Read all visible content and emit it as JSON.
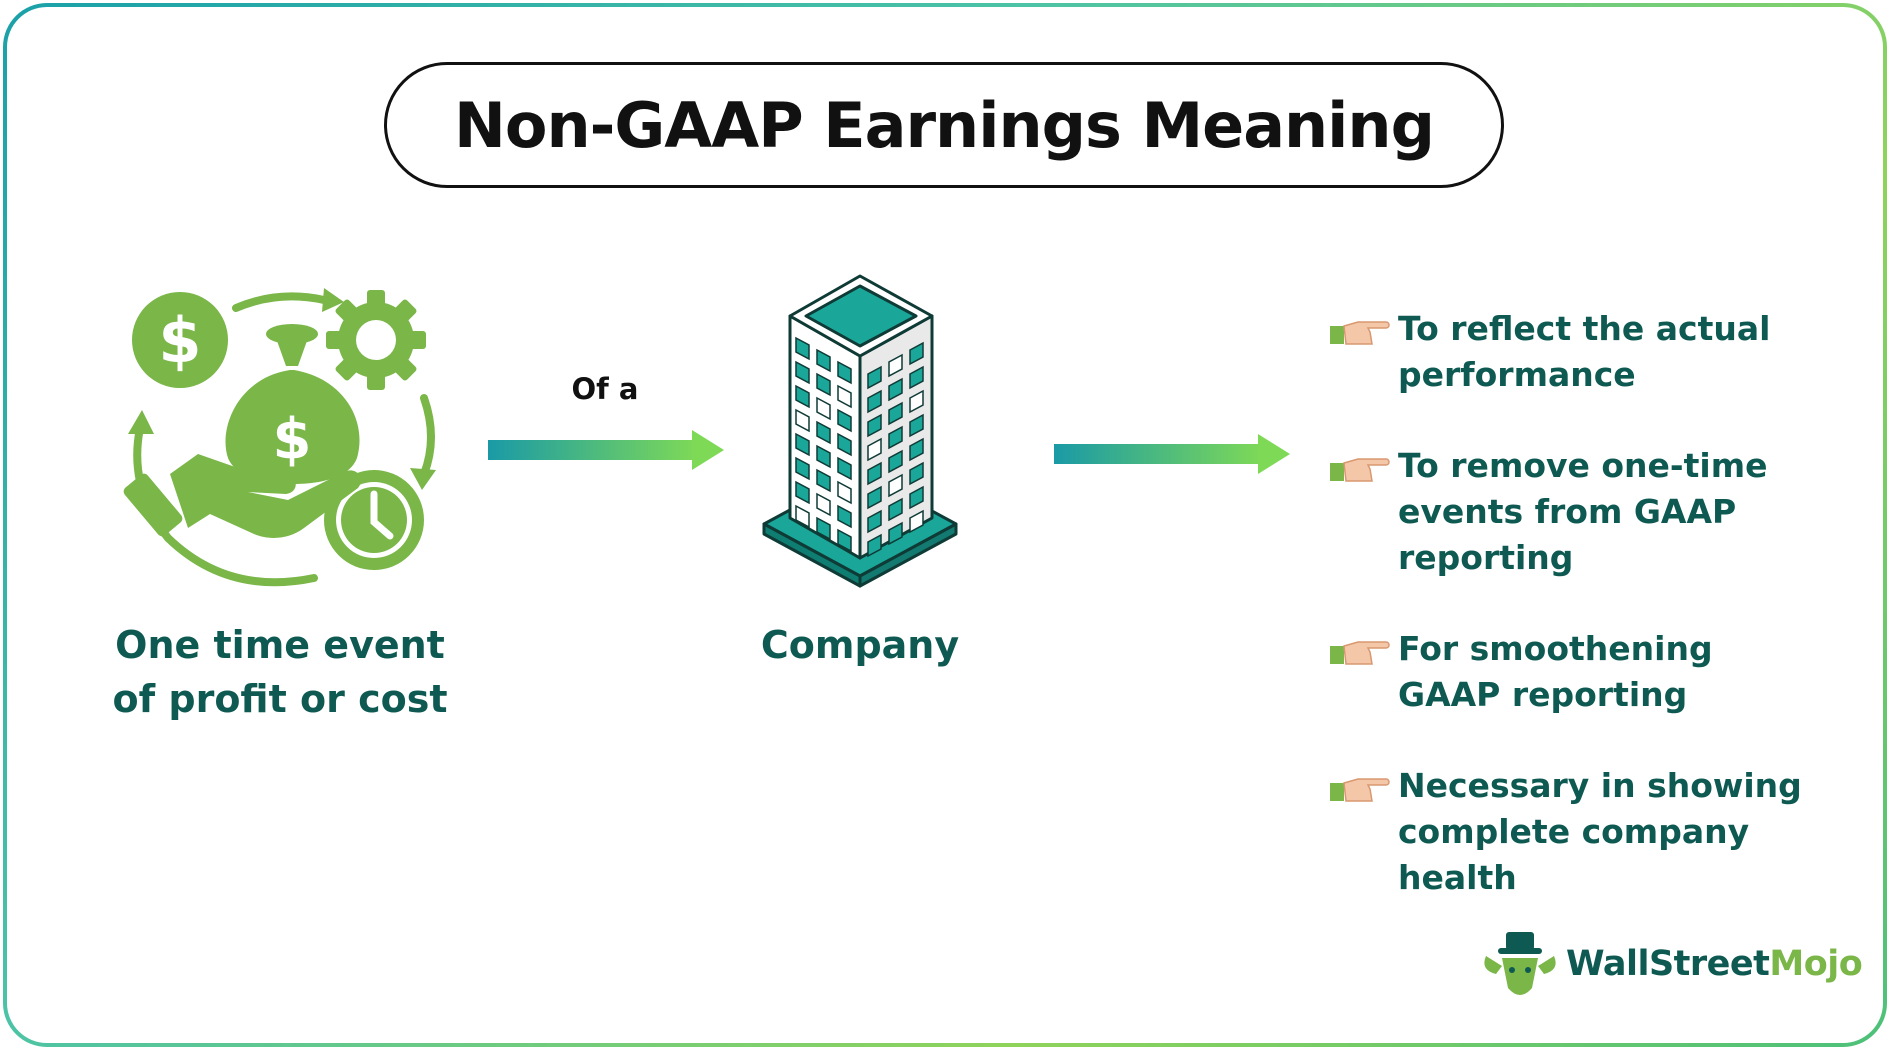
{
  "title": "Non-GAAP Earnings Meaning",
  "left_caption": [
    "One time event",
    "of profit or cost"
  ],
  "arrow_label": "Of a",
  "center_caption": "Company",
  "bullets": [
    "To reflect the actual performance",
    "To remove one-time events from GAAP reporting",
    "For smoothening GAAP reporting",
    "Necessary in showing complete company health"
  ],
  "logo": {
    "part1": "WallStreet",
    "part2": "Mojo"
  },
  "icons": {
    "left": "money-cycle-icon",
    "center": "office-building-icon",
    "bullet": "pointing-hand-icon",
    "logo": "bull-mascot-icon"
  },
  "colors": {
    "caption_text": "#0e5a52",
    "icon_green": "#7ab648",
    "building_teal": "#1aa79a",
    "arrow_start": "#1a9aa6",
    "arrow_end": "#7ed957"
  }
}
